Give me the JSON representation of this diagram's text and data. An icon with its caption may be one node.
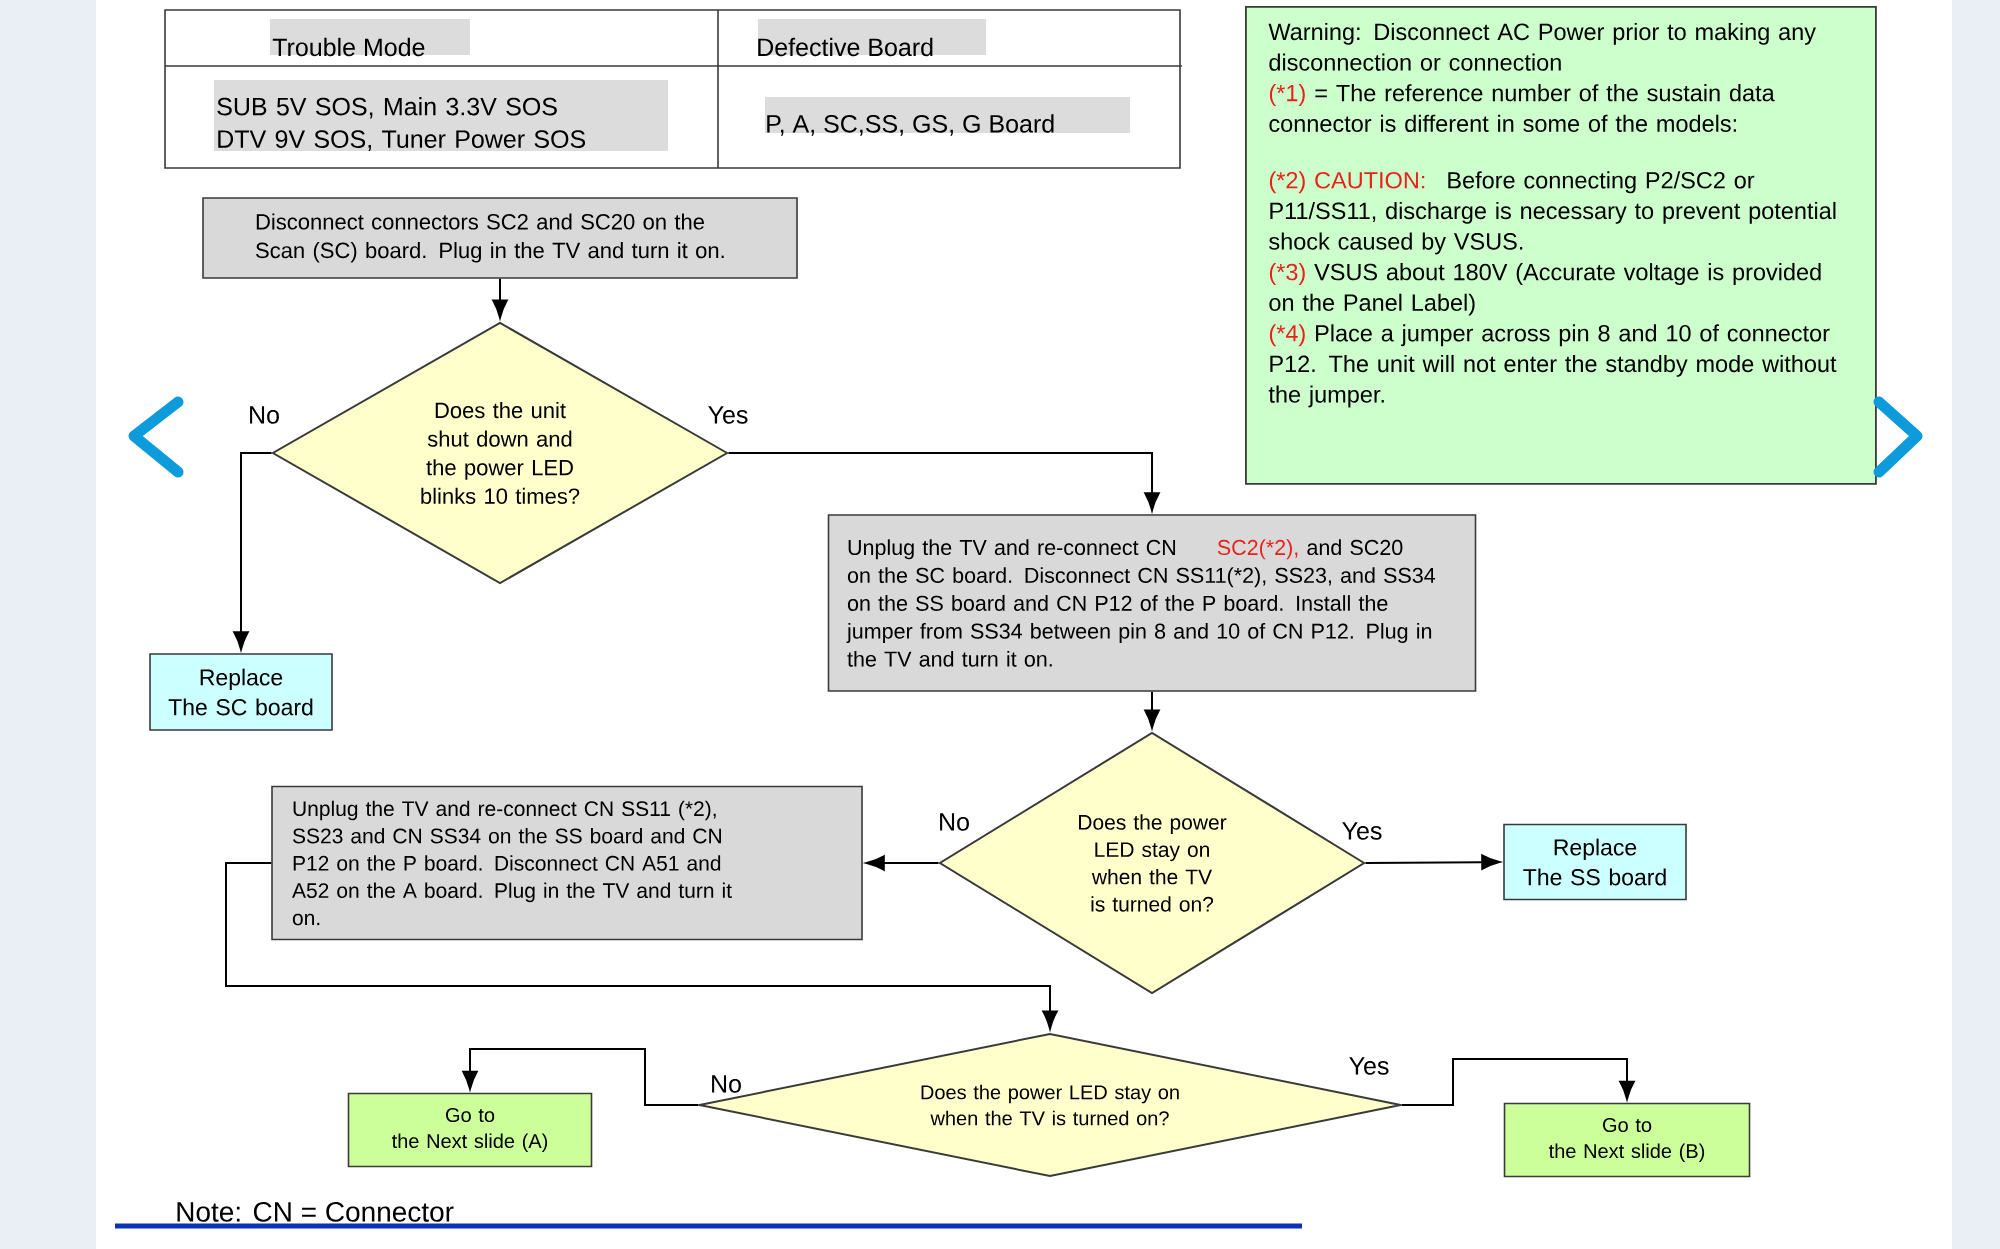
{
  "diagram": {
    "nodes": [
      {
        "text": [
          "Disconnect connectors SC2 and SC20 on the Scan (SC) board. Plug in the TV and turn it on."
        ]
      },
      {
        "text": [
          "Does the unit shut down and the power LED blinks 10 times?"
        ]
      },
      {
        "text": [
          "Replace The SC board"
        ]
      },
      {
        "text": [
          "Unplug the TV and re-connect CN",
          "SC2(*2),",
          "and SC20",
          "on the SC board. Disconnect CN SS11(*2), SS23, and SS34 on the SS board and CN P12 of the P board. Install the jumper from SS34 between pin 8 and 10 of CN P12. Plug in the TV and turn it on."
        ]
      },
      {
        "text": [
          "Does the power LED stay on when the TV is turned on?"
        ]
      },
      {
        "text": [
          "Unplug the TV and re-connect CN SS11 (*2), SS23 and CN SS34 on the SS board and CN P12 on the P board. Disconnect CN A51 and A52 on the A board. Plug in the TV and turn it on."
        ]
      },
      {
        "text": [
          "Replace The SS board"
        ]
      },
      {
        "text": [
          "Does the power LED stay on when the TV is turned on?"
        ]
      },
      {
        "text": [
          "Go to the Next slide (A)"
        ]
      },
      {
        "text": [
          "Go to the Next slide (B)"
        ]
      },
      {
        "text": [
          "Warning: Disconnect AC Power prior to making any disconnection or connection",
          "(*1)",
          "= The reference number of the sustain data connector is different in some of the models:",
          "(*2) CAUTION:",
          "Before connecting P2/SC2 or P11/SS11, discharge is necessary to prevent potential shock caused by VSUS.",
          "(*3)",
          "VSUS about 180V (Accurate voltage is provided on the Panel Label)",
          "(*4)",
          "Place a jumper across pin 8 and 10 of connector P12. The unit will not enter the standby mode without the jumper."
        ]
      }
    ],
    "edges": [
      {
        "from": 0,
        "to": 1,
        "arrow": "to"
      },
      {
        "from": 1,
        "to": 2,
        "arrow": "to",
        "label": "No"
      },
      {
        "from": 1,
        "to": 3,
        "arrow": "to",
        "label": "Yes"
      },
      {
        "from": 3,
        "to": 4,
        "arrow": "to"
      },
      {
        "from": 4,
        "to": 5,
        "arrow": "to",
        "label": "No"
      },
      {
        "from": 4,
        "to": 6,
        "arrow": "to",
        "label": "Yes"
      },
      {
        "from": 5,
        "to": 7,
        "arrow": "to"
      },
      {
        "from": 7,
        "to": 8,
        "arrow": "to",
        "label": "No"
      },
      {
        "from": 7,
        "to": 9,
        "arrow": "to",
        "label": "Yes"
      }
    ],
    "labels": [
      "Trouble Mode",
      "Defective Board",
      "SUB 5V SOS, Main 3.3V SOS DTV 9V SOS, Tuner Power SOS",
      "P, A, SC,SS, GS, G Board",
      "Note: CN = Connector"
    ]
  }
}
